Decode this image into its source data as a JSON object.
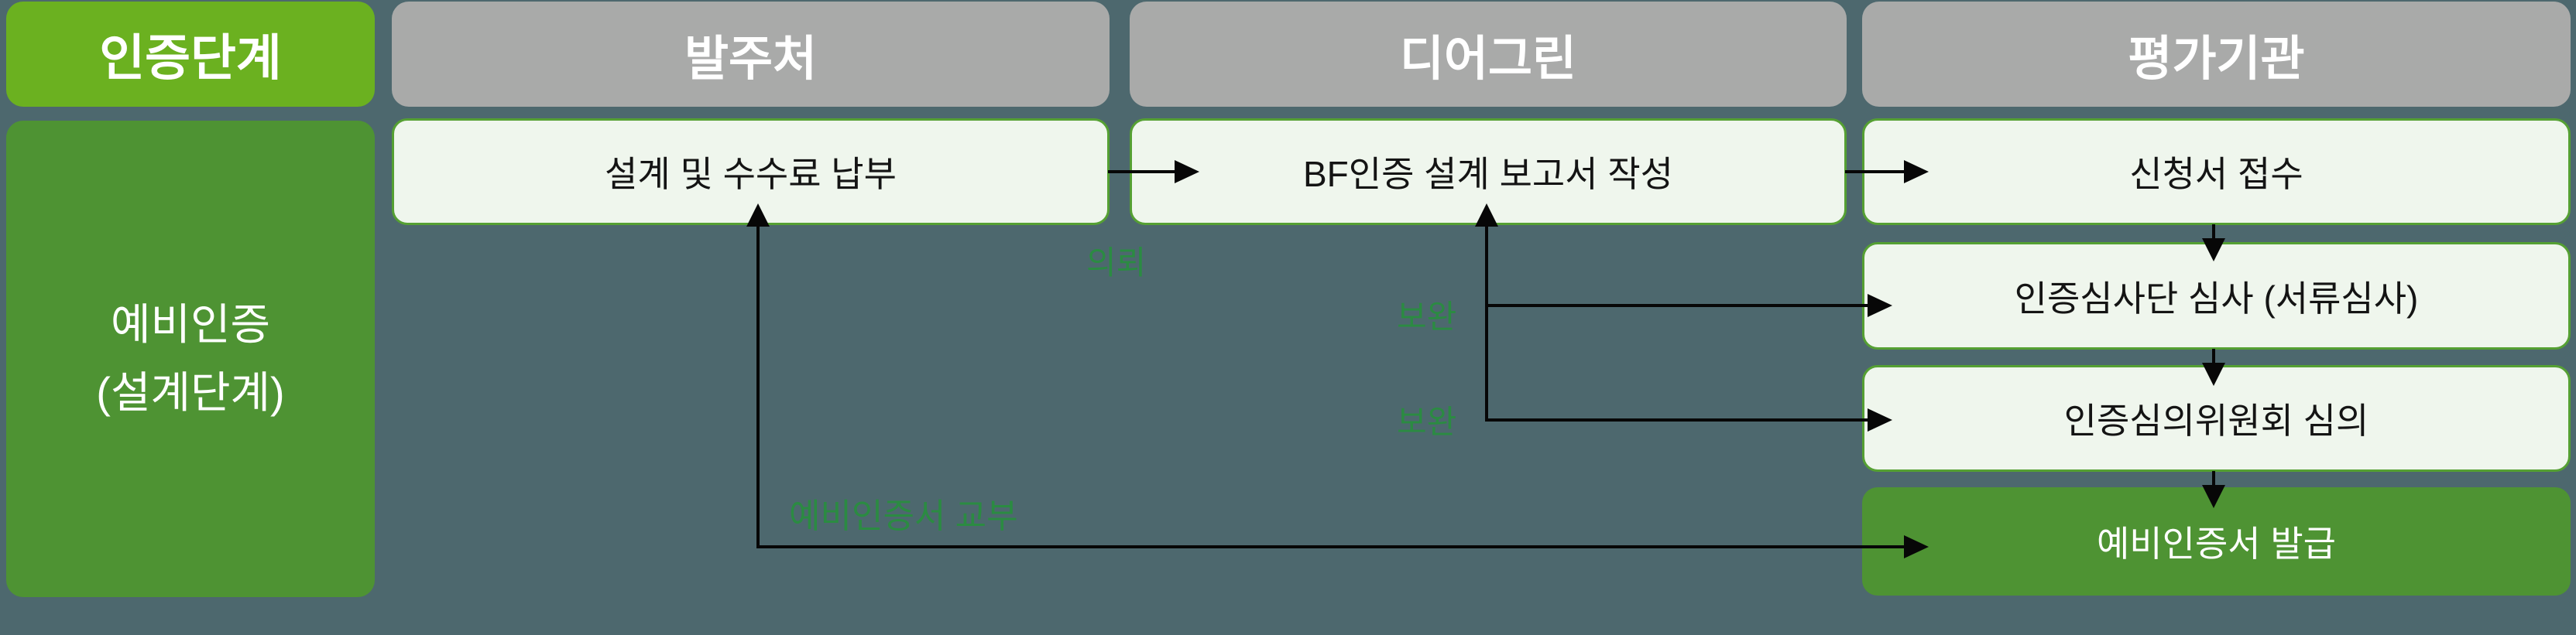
{
  "diagram": {
    "stage_column": {
      "header": "인증단계",
      "stage_line1": "예비인증",
      "stage_line2": "(설계단계)"
    },
    "lanes": [
      {
        "header": "발주처"
      },
      {
        "header": "디어그린"
      },
      {
        "header": "평가기관"
      }
    ],
    "nodes": {
      "design_fee": "설계 및 수수료 납부",
      "bf_report": "BF인증 설계 보고서 작성",
      "application": "신청서 접수",
      "document_review": "인증심사단 심사 (서류심사)",
      "committee_review": "인증심의위원회 심의",
      "preliminary_issue": "예비인증서 발급"
    },
    "edge_labels": {
      "request": "의뢰",
      "supplement1": "보완",
      "supplement2": "보완",
      "certificate_delivery": "예비인증서 교부"
    },
    "colors": {
      "background": "#4d686e",
      "accent_green": "#6bb120",
      "dark_green": "#4e9333",
      "gray_header": "#a9aaa9",
      "node_fill": "#eff6ed",
      "node_border": "#55a033",
      "label_green": "#2b8b42",
      "line_black": "#070707"
    }
  }
}
